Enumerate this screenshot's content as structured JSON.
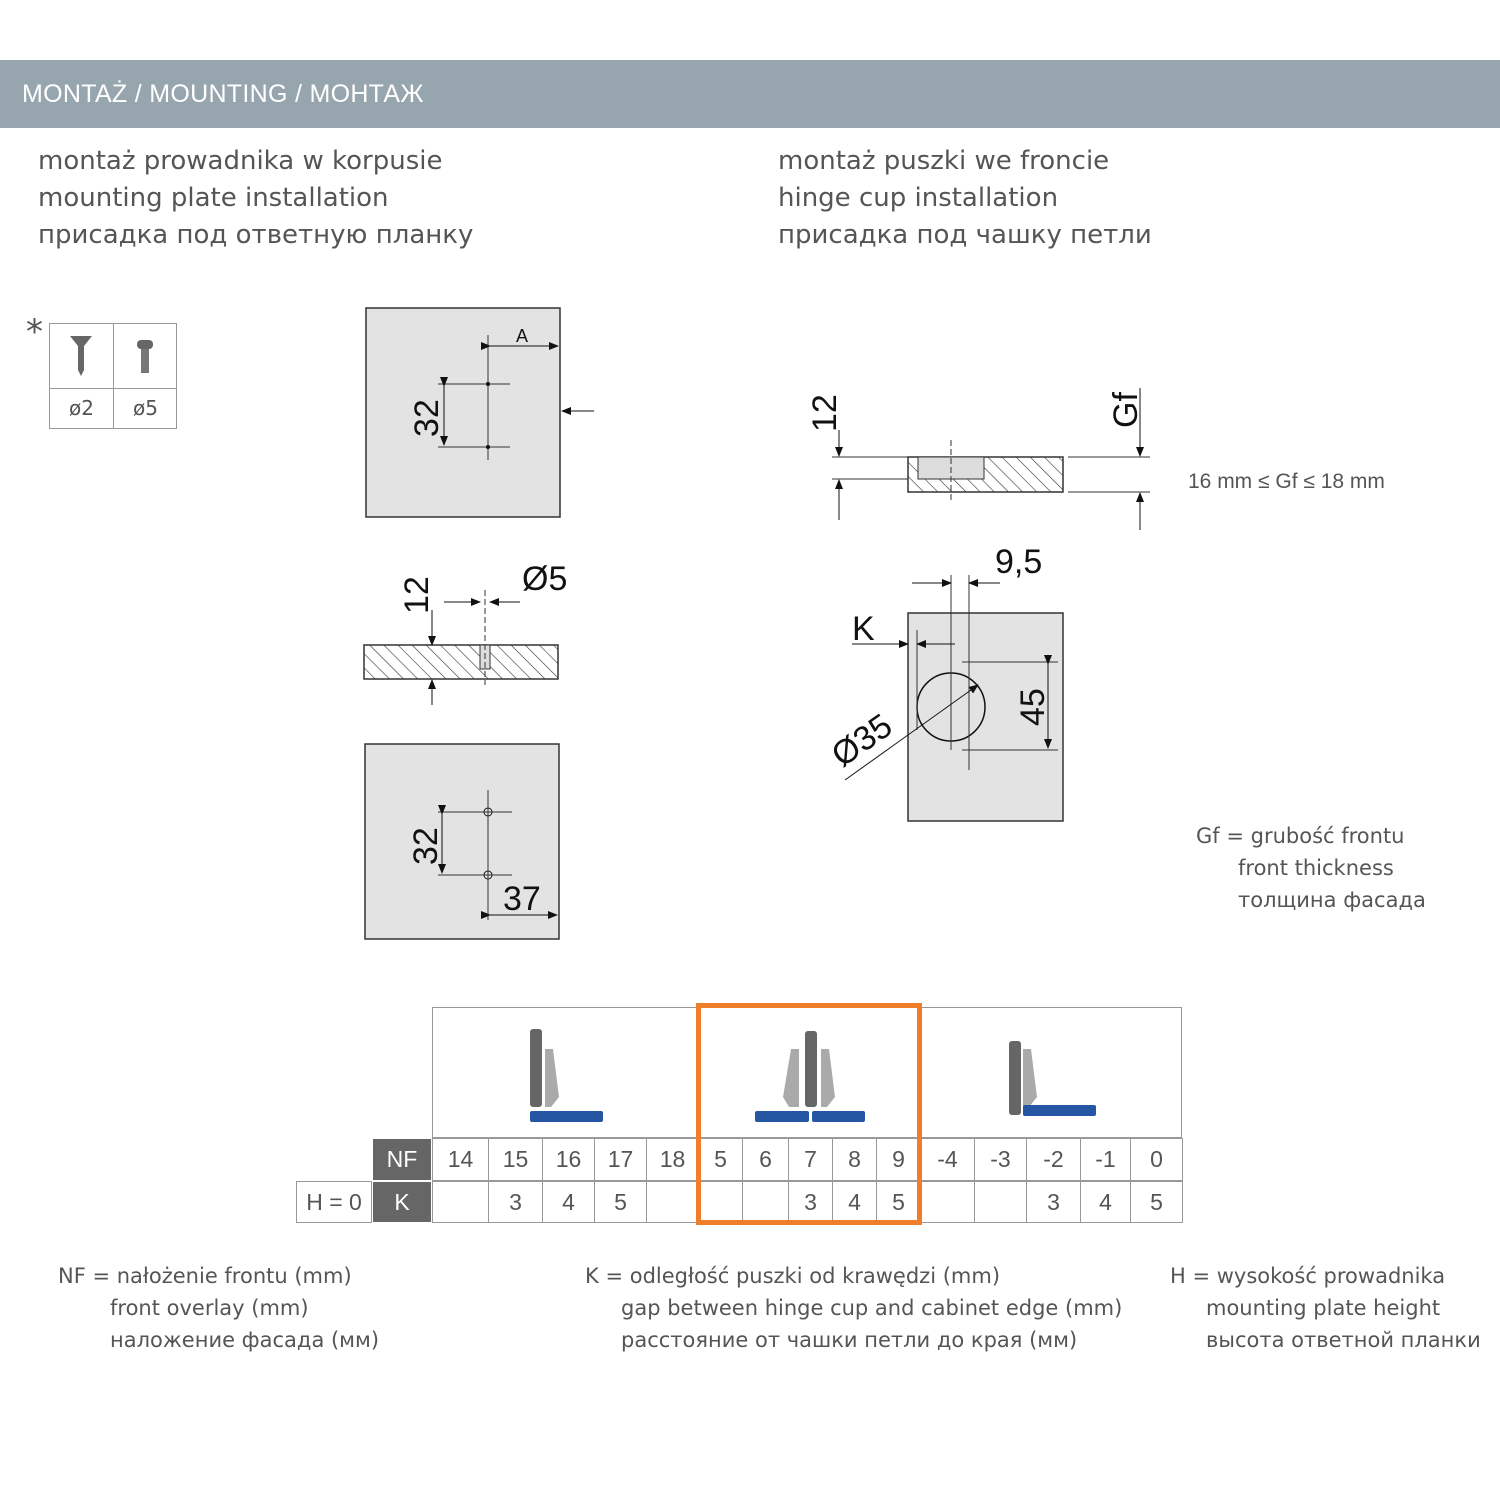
{
  "header": {
    "title": "MONTAŻ / MOUNTING / МОНТАЖ"
  },
  "left_section": {
    "lines": [
      "montaż prowadnika w korpusie",
      "mounting plate installation",
      "присадка под ответную планку"
    ]
  },
  "right_section": {
    "lines": [
      "montaż puszki we froncie",
      "hinge cup installation",
      "присадка под чашку петли"
    ]
  },
  "screws": {
    "asterisk": "*",
    "items": [
      {
        "icon": "countersunk-screw-icon",
        "label": "ø2"
      },
      {
        "icon": "euro-screw-icon",
        "label": "ø5"
      }
    ]
  },
  "drawings": {
    "plate_top": {
      "a": "A",
      "spacing": "32"
    },
    "plate_section": {
      "depth": "12",
      "diameter": "Ø5"
    },
    "plate_bottom": {
      "spacing": "32",
      "offset": "37"
    },
    "cup_section": {
      "depth": "12",
      "gf": "Gf",
      "range": "16 mm ≤ Gf ≤ 18 mm"
    },
    "cup_front": {
      "offset": "9,5",
      "k": "K",
      "diameter": "Ø35",
      "spacing": "45"
    }
  },
  "gf_note": {
    "lines": [
      "Gf = grubość frontu",
      "front thickness",
      "толщина фасада"
    ]
  },
  "table": {
    "nf_label": "NF",
    "k_label": "K",
    "h_label": "H = 0",
    "nf": [
      "14",
      "15",
      "16",
      "17",
      "18",
      "5",
      "6",
      "7",
      "8",
      "9",
      "-4",
      "-3",
      "-2",
      "-1",
      "0"
    ],
    "k": [
      "",
      "3",
      "4",
      "5",
      "",
      "",
      "",
      "3",
      "4",
      "5",
      "",
      "",
      "3",
      "4",
      "5"
    ],
    "highlight_color": "#f07d2a",
    "plate_color": "#2456a3"
  },
  "notes": {
    "nf": [
      "NF = nałożenie frontu (mm)",
      "front overlay (mm)",
      "наложение фасада (мм)"
    ],
    "k": [
      "K = odległość puszki od krawędzi (mm)",
      "gap between hinge cup and cabinet edge (mm)",
      "расстояние от  чашки петли до края (мм)"
    ],
    "h": [
      "H = wysokość prowadnika",
      "mounting plate height",
      "высота ответной планки"
    ]
  }
}
